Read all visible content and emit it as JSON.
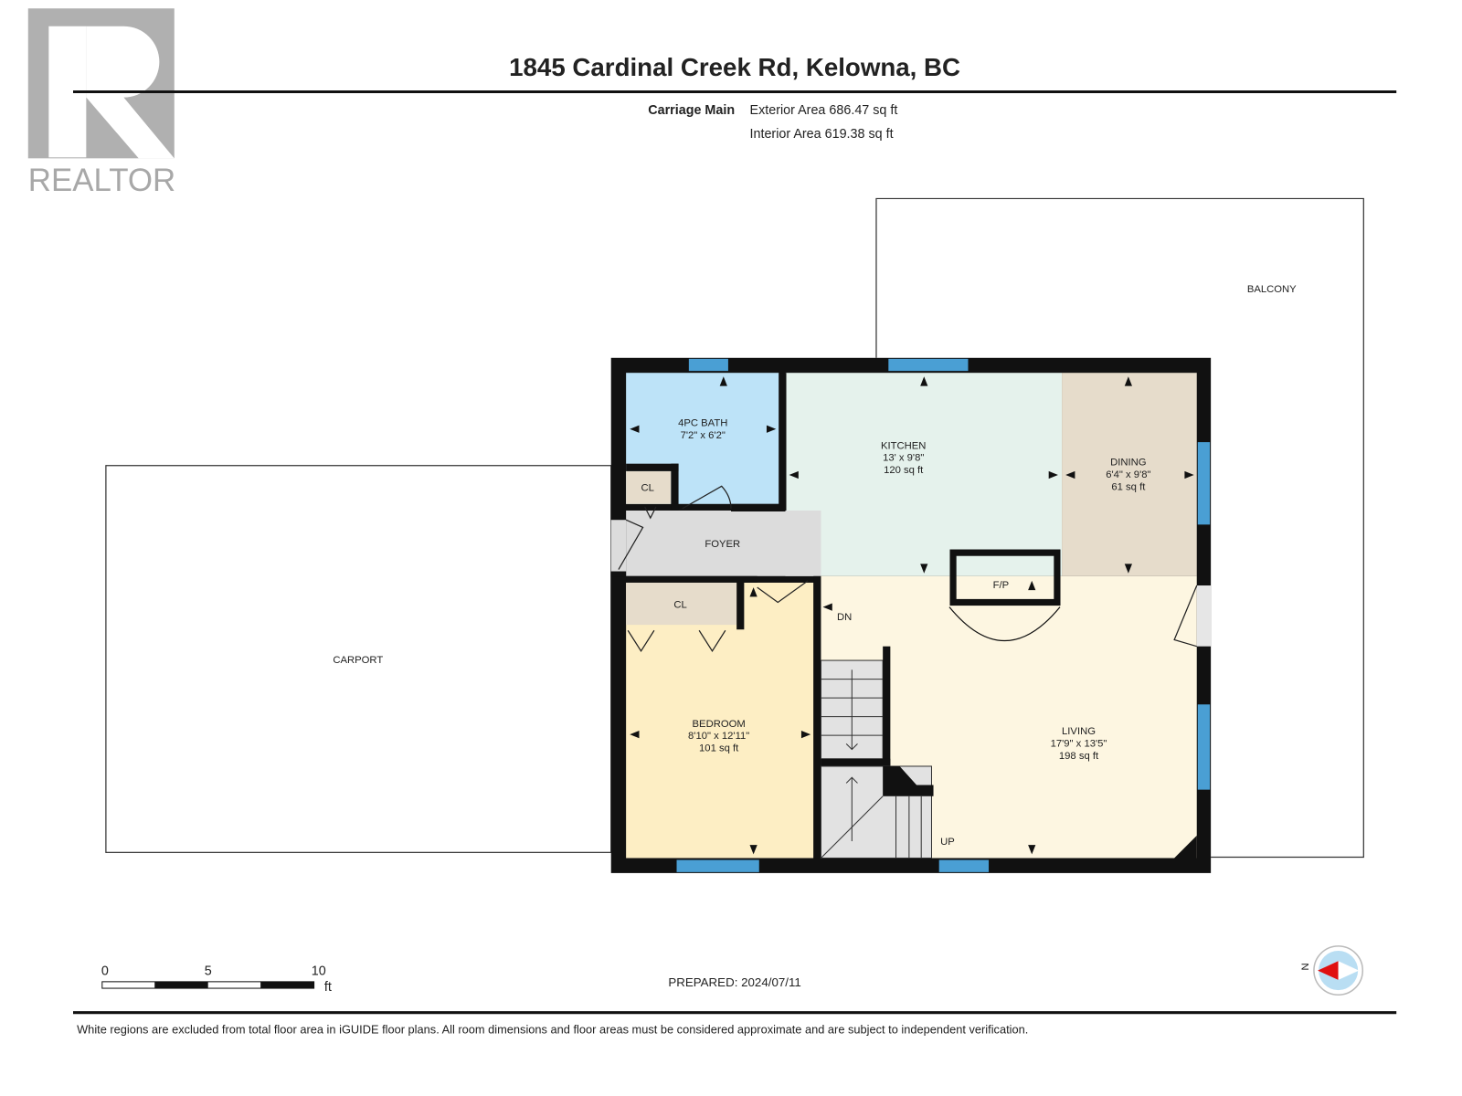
{
  "logo": {
    "text": "REALTOR",
    "mark": "R"
  },
  "header": {
    "title": "1845 Cardinal Creek Rd, Kelowna, BC",
    "level": "Carriage Main",
    "exterior_area": "Exterior Area 686.47 sq ft",
    "interior_area": "Interior Area 619.38 sq ft"
  },
  "rooms": {
    "bath": {
      "name": "4PC BATH",
      "dims": "7'2\" x 6'2\""
    },
    "kitchen": {
      "name": "KITCHEN",
      "dims": "13' x 9'8\"",
      "area": "120 sq ft"
    },
    "dining": {
      "name": "DINING",
      "dims": "6'4\" x 9'8\"",
      "area": "61 sq ft"
    },
    "foyer": {
      "name": "FOYER"
    },
    "closet_top": {
      "name": "CL"
    },
    "closet_bedroom": {
      "name": "CL"
    },
    "bedroom": {
      "name": "BEDROOM",
      "dims": "8'10\" x 12'11\"",
      "area": "101 sq ft"
    },
    "living": {
      "name": "LIVING",
      "dims": "17'9\" x 13'5\"",
      "area": "198 sq ft"
    },
    "fireplace": {
      "name": "F/P"
    },
    "stairs_down": "DN",
    "stairs_up": "UP",
    "carport": {
      "name": "CARPORT"
    },
    "balcony": {
      "name": "BALCONY"
    }
  },
  "scale": {
    "labels": [
      "0",
      "5",
      "10"
    ],
    "unit": "ft"
  },
  "prepared": "PREPARED: 2024/07/11",
  "compass": {
    "label": "N"
  },
  "footer": "White regions are excluded from total floor area in iGUIDE floor plans. All room dimensions and floor areas must be considered approximate and are subject to independent verification.",
  "colors": {
    "bath": "#bde3f8",
    "kitchen": "#e5f2ec",
    "dining": "#e6dccb",
    "foyer": "#dcdcdc",
    "bedroom": "#fdeec4",
    "living": "#fdf6e1",
    "window": "#4a9fd4",
    "wall": "#111111"
  }
}
